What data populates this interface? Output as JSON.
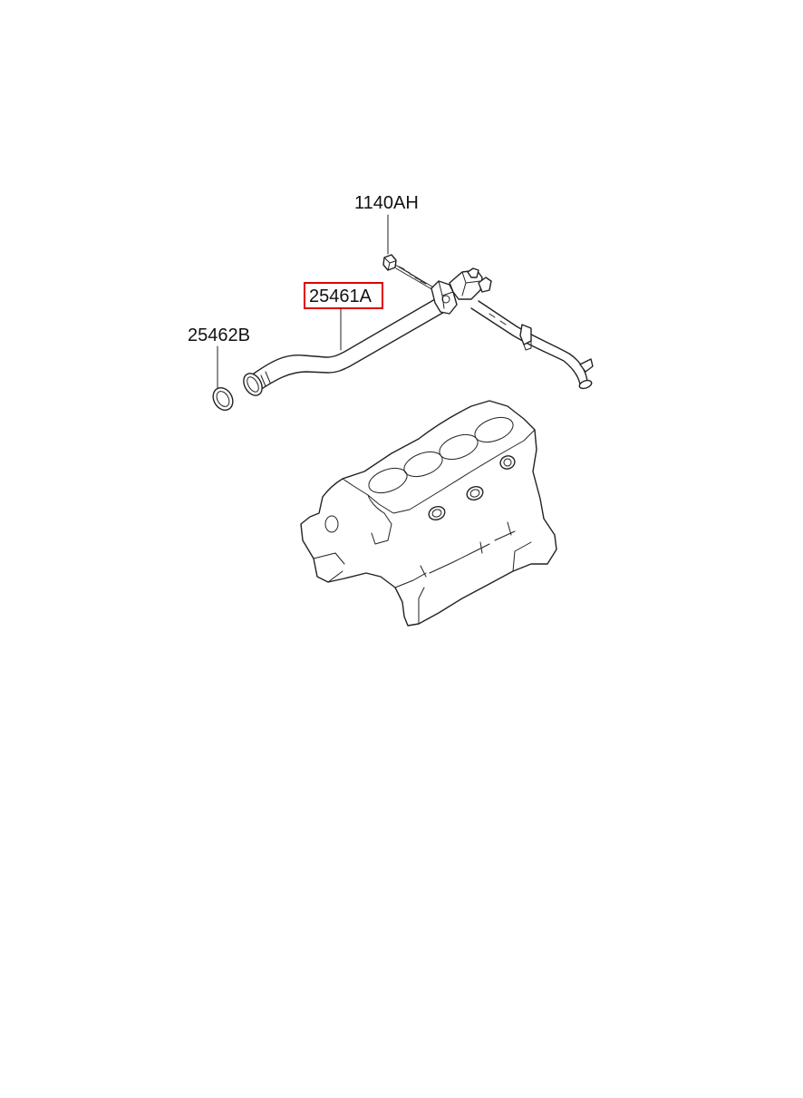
{
  "parts": {
    "bolt": {
      "number": "1140AH"
    },
    "pipe": {
      "number": "25461A",
      "highlighted": true
    },
    "o_ring": {
      "number": "25462B"
    }
  },
  "colors": {
    "highlight_box": "#e00000",
    "line": "#222222",
    "background": "#ffffff"
  }
}
